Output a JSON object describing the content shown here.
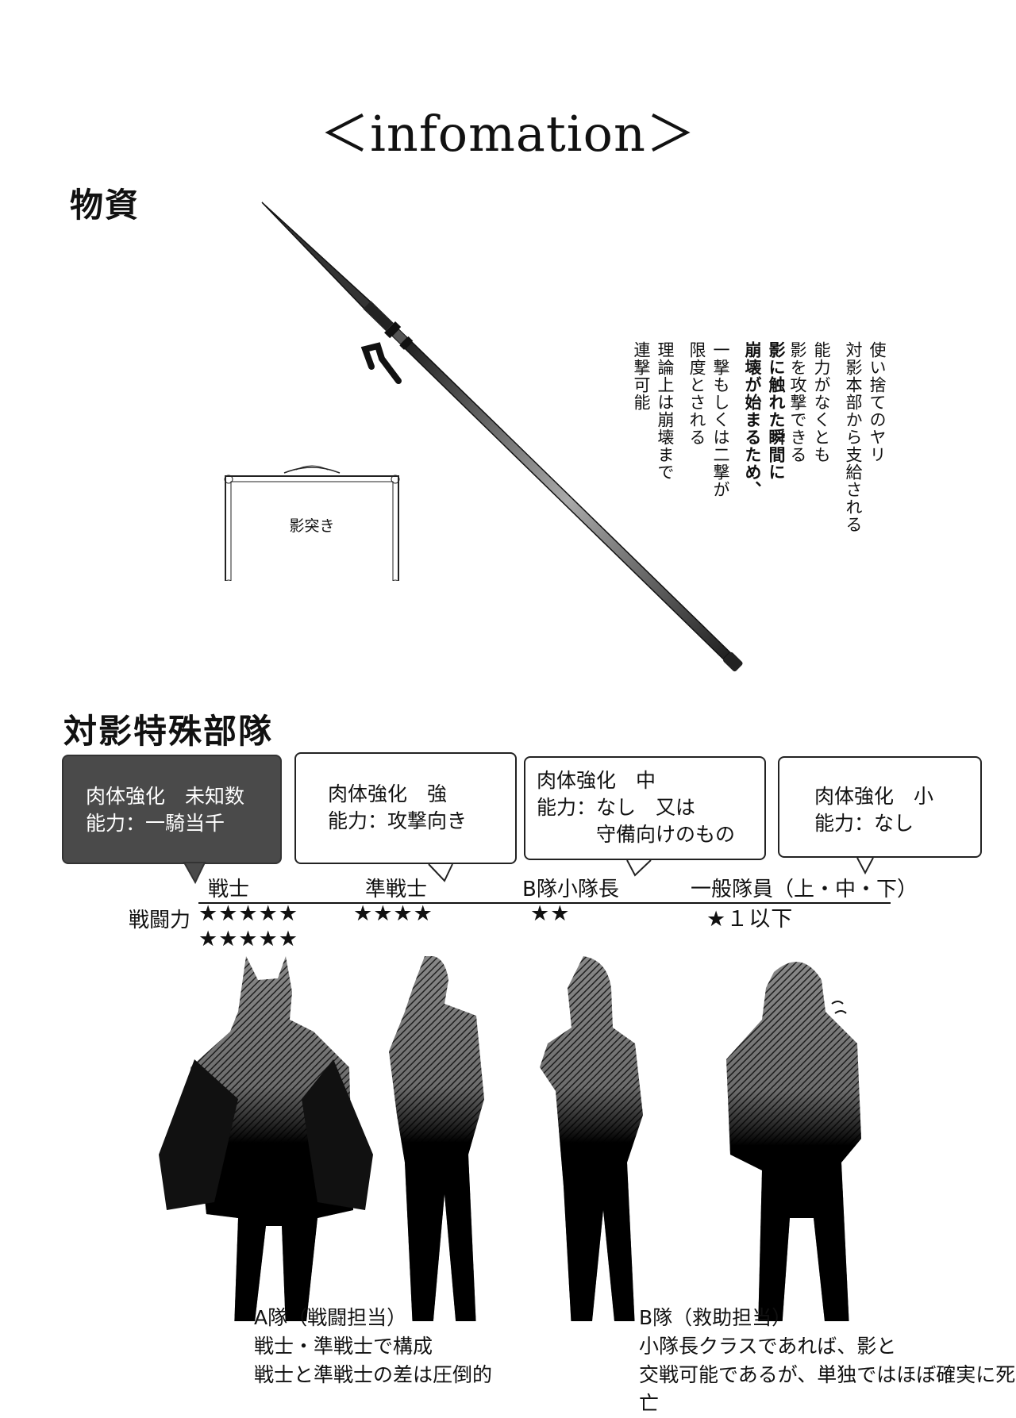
{
  "page_title": "＜infomation＞",
  "section_supplies": {
    "heading": "物資",
    "vertical_notes": [
      {
        "lines": [
          "使い捨てのヤリ",
          "対影本部から支給される"
        ],
        "bold": false
      },
      {
        "lines": [
          "能力がなくとも",
          "影を攻撃できる"
        ],
        "bold": false
      },
      {
        "lines": [
          "影に触れた瞬間に",
          "崩壊が始まるため、"
        ],
        "bold": true
      },
      {
        "lines": [
          "一撃もしくは二撃が",
          "限度とされる"
        ],
        "bold": false
      },
      {
        "lines": [
          "理論上は崩壊まで",
          "連撃可能"
        ],
        "bold": false
      }
    ],
    "item_label": "影突き"
  },
  "section_unit": {
    "heading": "対影特殊部隊",
    "power_label": "戦闘力",
    "ranks": [
      {
        "name": "戦士",
        "box_lines": [
          "肉体強化　未知数",
          "能力：一騎当千"
        ],
        "stars": [
          "★★★★★",
          "★★★★★"
        ],
        "highlight": true
      },
      {
        "name": "準戦士",
        "box_lines": [
          "肉体強化　強",
          "能力：攻撃向き"
        ],
        "stars": [
          "★★★★"
        ],
        "highlight": false
      },
      {
        "name": "B隊小隊長",
        "box_lines": [
          "肉体強化　中",
          "能力：なし　又は",
          "　　　守備向けのもの"
        ],
        "stars": [
          "★★"
        ],
        "highlight": false
      },
      {
        "name": "一般隊員（上・中・下）",
        "box_lines": [
          "肉体強化　小",
          "能力：なし"
        ],
        "stars": [
          "★１以下"
        ],
        "highlight": false
      }
    ],
    "team_a": {
      "title": "A隊（戦闘担当）",
      "lines": [
        "戦士・準戦士で構成",
        "戦士と準戦士の差は圧倒的"
      ]
    },
    "team_b": {
      "title": "B隊（救助担当）",
      "lines": [
        "小隊長クラスであれば、影と",
        "交戦可能であるが、単独ではほぼ確実に死亡"
      ]
    }
  },
  "colors": {
    "ink": "#111111",
    "highlight_box": "#4a4a4a",
    "paper": "#ffffff"
  }
}
